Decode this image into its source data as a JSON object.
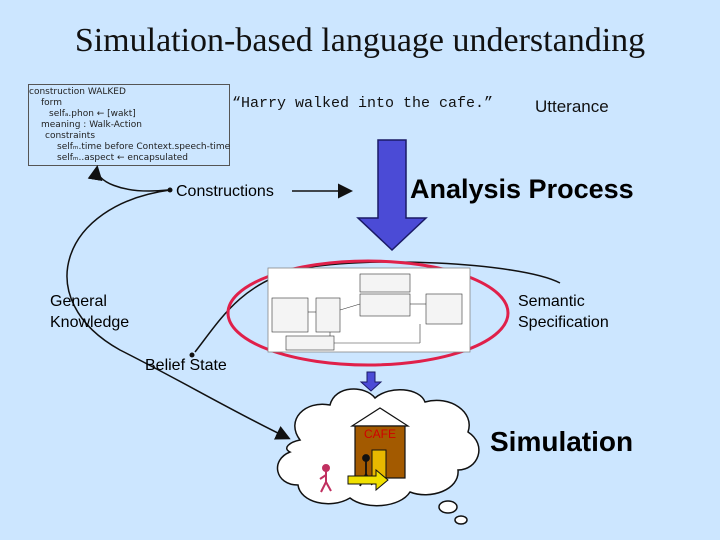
{
  "title": "Simulation-based language understanding",
  "construction": {
    "lines": [
      "construction WALKED",
      "form",
      "selfₐ.phon ← [wakt]",
      "meaning : Walk-Action",
      "constraints",
      "selfₘ.time before Context.speech-time",
      "selfₘ..aspect ← encapsulated"
    ]
  },
  "utterance": "“Harry walked into the cafe.”",
  "labels": {
    "utterance": "Utterance",
    "constructions": "Constructions",
    "analysis_process": "Analysis Process",
    "general_knowledge_1": "General",
    "general_knowledge_2": "Knowledge",
    "semantic_spec_1": "Semantic",
    "semantic_spec_2": "Specification",
    "belief_state": "Belief State",
    "simulation": "Simulation",
    "cafe": "CAFE"
  },
  "colors": {
    "background": "#cce6ff",
    "arrow_fill": "#4b4bd6",
    "ellipse": "#e0204a",
    "cafe_wall": "#a35a00",
    "door": "#e8b800"
  }
}
